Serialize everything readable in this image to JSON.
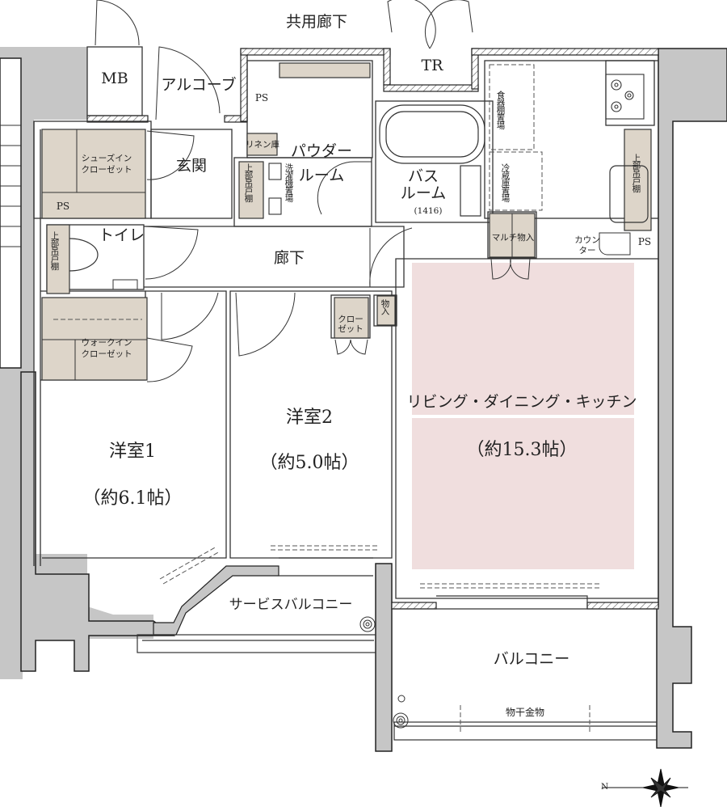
{
  "plan": {
    "colors": {
      "wall": "#c6c6c6",
      "storage": "#ddd5c9",
      "ldk_highlight": "#f0dede",
      "line": "#333333"
    },
    "outside": {
      "common_corridor": "共用廊下"
    },
    "rooms": {
      "mb": "MB",
      "alcove": "アルコーブ",
      "tr": "TR",
      "ps_top": "PS",
      "entrance": "玄関",
      "shoes_closet": "シューズイン\nクローゼット",
      "ps_left": "PS",
      "toilet": "トイレ",
      "linen": "リネン庫",
      "powder_room": "パウダー\nルーム",
      "washer": "洗濯機置場",
      "upper_cabinet": "上部吊戸棚",
      "bathroom": "バス\nルーム",
      "bath_size": "(1416)",
      "dish_shelf": "食器棚置場",
      "fridge": "冷蔵庫置場",
      "multi_storage": "マルチ物入",
      "counter": "カウン\nター",
      "ps_right": "PS",
      "hallway": "廊下",
      "walkin_closet": "ウォークイン\nクローゼット",
      "closet": "クロー\nゼット",
      "storage": "物入",
      "western1": {
        "name": "洋室1",
        "size": "（約6.1帖）"
      },
      "western2": {
        "name": "洋室2",
        "size": "（約5.0帖）"
      },
      "ldk": {
        "name": "リビング・ダイニング・キッチン",
        "size": "（約15.3帖）"
      },
      "service_balcony": "サービスバルコニー",
      "balcony": "バルコニー",
      "laundry_hanger": "物干金物"
    },
    "compass": {
      "north_label": "N"
    }
  }
}
